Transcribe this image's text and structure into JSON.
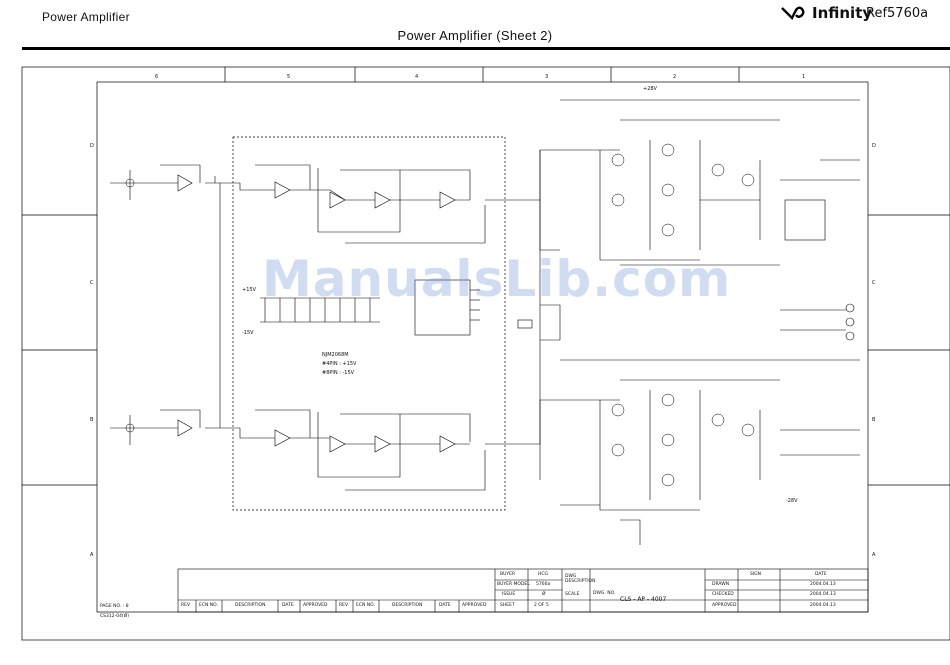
{
  "header": {
    "left_title": "Power  Amplifier",
    "brand": "Infinity",
    "model": "Ref5760a",
    "sheet_title": "Power Amplifier (Sheet 2)"
  },
  "grid": {
    "top_labels": [
      "6",
      "5",
      "4",
      "3",
      "2",
      "1"
    ],
    "side_labels": [
      "D",
      "C",
      "B",
      "A"
    ]
  },
  "watermark": "ManualsLib.com",
  "schematic_notes": {
    "opamp_type": "NJM2068M",
    "pin4": "#4PIN : +15V",
    "pin8": "#8PIN : -15V",
    "rail_pos": "+28V",
    "rail_neg": "-28V",
    "vcc": "+15V",
    "vee": "-15V"
  },
  "title_block": {
    "buyer_label": "BUYER",
    "buyer_value": "HCG",
    "model_label": "BUYER MODEL",
    "model_value": "5760a",
    "issue_label": "ISSUE",
    "issue_value": "Ø",
    "sheet_label": "SHEET",
    "sheet_value": "2 OF 5",
    "dwg_desc": "DWG DESCRIPTION",
    "dwg_no_label": "DWG. NO.",
    "dwg_no": "CLS - AP - 4007",
    "scale": "SCALE",
    "sign": "SIGN",
    "date": "DATE",
    "drawn": "DRAWN",
    "checked": "CHECKED",
    "approved": "APPROVED",
    "drawn_date": "2004.04.13",
    "checked_date": "2004.04.13",
    "approved_date": "2004.04.13",
    "rev_cols": [
      "REV",
      "ECN NO.",
      "DESCRIPTION",
      "DATE",
      "APPROVED",
      "REV",
      "ECN NO.",
      "DESCRIPTION",
      "DATE",
      "APPROVED"
    ],
    "page_no": "PAGE NO. : 8",
    "form_no": "CS312-04(Ø)"
  }
}
